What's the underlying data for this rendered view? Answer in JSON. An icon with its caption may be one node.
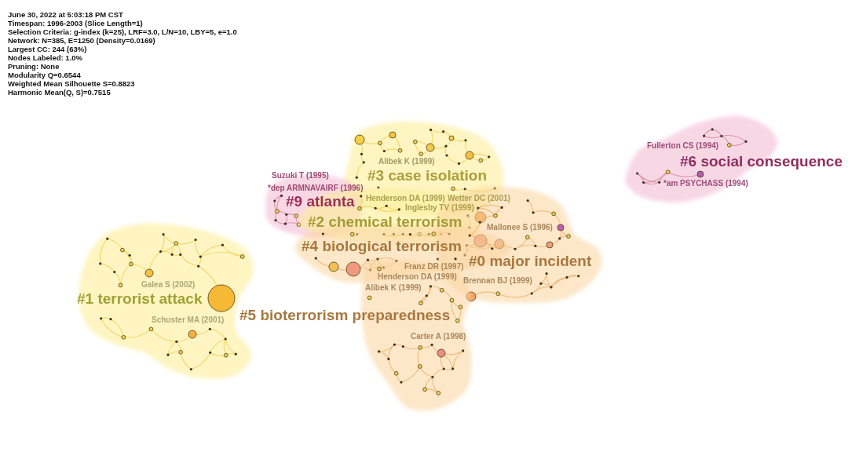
{
  "diagram": {
    "nodes": [
      {
        "text": [
          "#6 social consequence"
        ]
      },
      {
        "text": [
          "#3 case isolation"
        ]
      },
      {
        "text": [
          "#9 atlanta"
        ]
      },
      {
        "text": [
          "#2 chemical terrorism"
        ]
      },
      {
        "text": [
          "#4 biological terrorism"
        ]
      },
      {
        "text": [
          "#0 major incident"
        ]
      },
      {
        "text": [
          "#1 terrorist attack"
        ]
      },
      {
        "text": [
          "#5 bioterrorism preparedness"
        ]
      }
    ],
    "labels": [
      "June 30, 2022 at 5:03:18 PM CST",
      "Timespan: 1996-2003 (Slice Length=1)",
      "Selection Criteria: g-index (k=25), LRF=3.0, L/N=10, LBY=5, e=1.0",
      "Network: N=385, E=1250 (Density=0.0169)",
      "Largest CC: 244 (63%)",
      "Nodes Labeled: 1.0%",
      "Pruning: None",
      "Modularity Q=0.6544",
      "Weighted Mean Silhouette S=0.8823",
      "Harmonic Mean(Q, S)=0.7515",
      "Fullerton CS (1994)",
      "Alibek K (1999)",
      "Suzuki T (1995)",
      "*am PSYCHASS (1994)",
      "*dep ARMNAVAIRF (1996)",
      "Henderson DA (1999)",
      "Wetter DC (2001)",
      "Inglesby TV (1999)",
      "Mallonee S (1996)",
      "Franz DR (1997)",
      "Henderson DA (1999)",
      "Brennan BJ (1999)",
      "Galea S (2002)",
      "Alibek K (1999)",
      "Schuster MA (2001)",
      "Carter A (1998)"
    ]
  }
}
